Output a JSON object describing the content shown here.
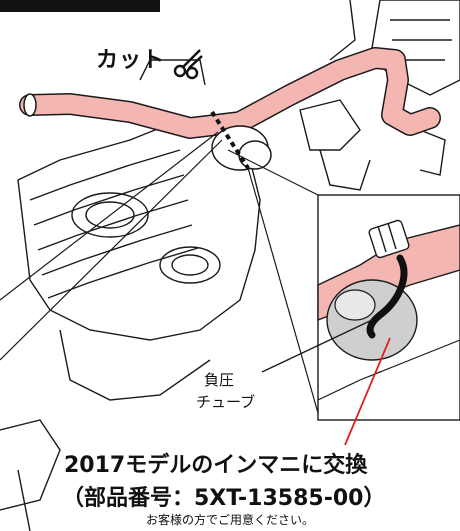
{
  "labels": {
    "cut": "カット",
    "tube_line1": "負圧",
    "tube_line2": "チューブ",
    "caption_line1": "2017モデルのインマニに交換",
    "caption_line2": "（部品番号：5XT-13585-00）",
    "note": "お客様の方でご用意ください。"
  },
  "colors": {
    "tube": "#f4b6b0",
    "line": "#1a1a1a",
    "pointer": "#e02020",
    "detail_grey": "#cfcfcf"
  },
  "icons": {
    "cut": "scissors-icon"
  }
}
